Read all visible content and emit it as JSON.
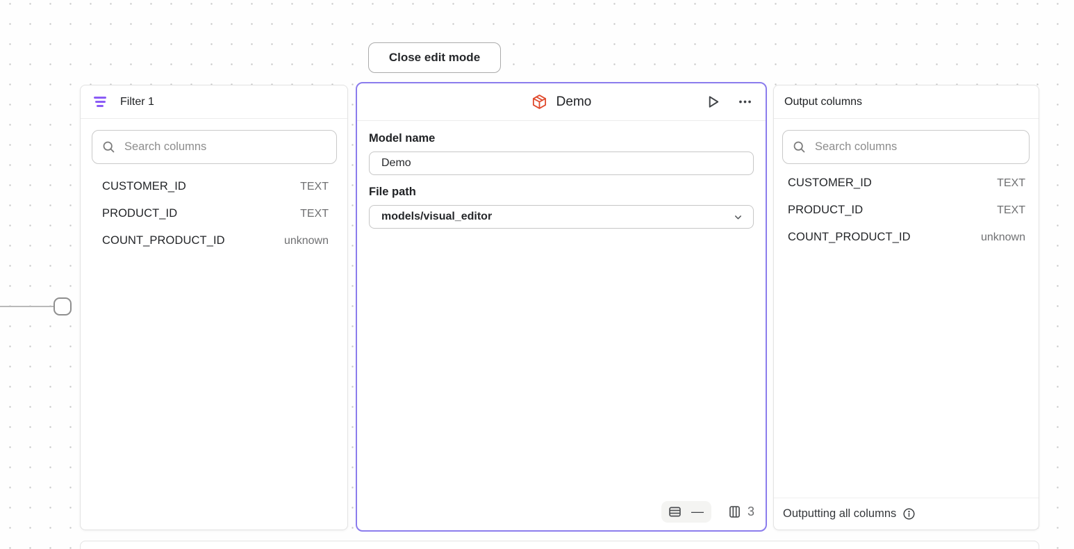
{
  "toolbar": {
    "close_button_label": "Close edit mode"
  },
  "filter_panel": {
    "title": "Filter 1",
    "search_placeholder": "Search columns",
    "columns": [
      {
        "name": "CUSTOMER_ID",
        "type": "TEXT"
      },
      {
        "name": "PRODUCT_ID",
        "type": "TEXT"
      },
      {
        "name": "COUNT_PRODUCT_ID",
        "type": "unknown"
      }
    ]
  },
  "model_panel": {
    "title": "Demo",
    "model_name_label": "Model name",
    "model_name_value": "Demo",
    "file_path_label": "File path",
    "file_path_value": "models/visual_editor",
    "row_count": "—",
    "column_count": "3"
  },
  "output_panel": {
    "title": "Output columns",
    "search_placeholder": "Search columns",
    "columns": [
      {
        "name": "CUSTOMER_ID",
        "type": "TEXT"
      },
      {
        "name": "PRODUCT_ID",
        "type": "TEXT"
      },
      {
        "name": "COUNT_PRODUCT_ID",
        "type": "unknown"
      }
    ],
    "footer_text": "Outputting all columns"
  },
  "colors": {
    "selection_purple": "#8b7ced",
    "filter_icon_purple": "#8b5cf6",
    "model_icon_red": "#e04b2e"
  }
}
